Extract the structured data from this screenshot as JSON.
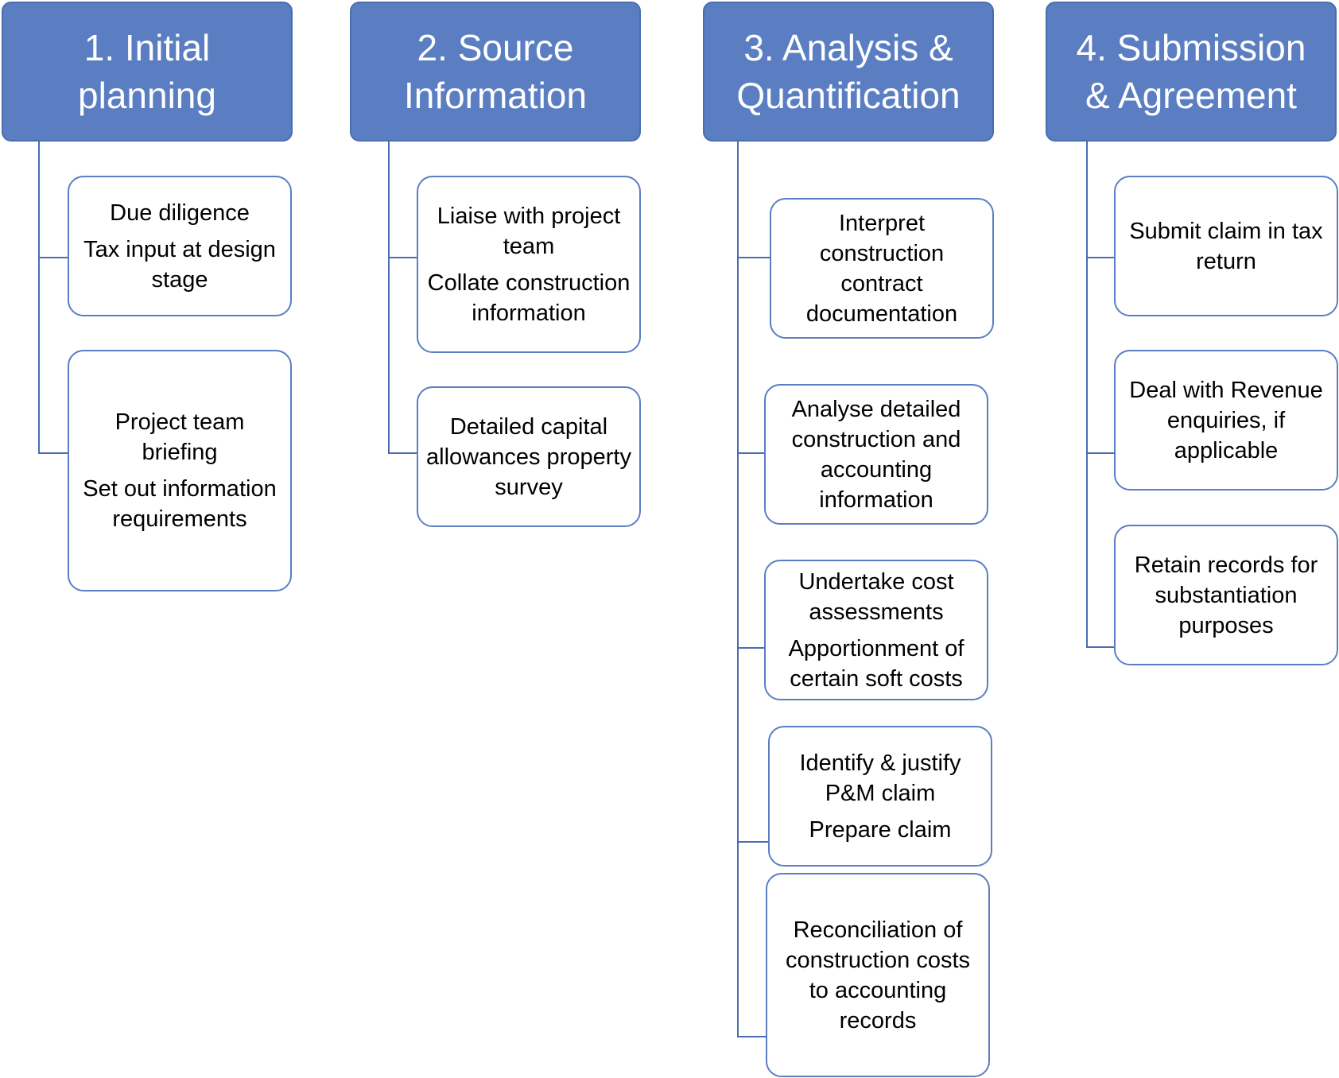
{
  "colors": {
    "header_fill": "#5b7ec2",
    "box_border": "#5b7ec2",
    "connector": "#4a6db0",
    "header_text": "#ffffff"
  },
  "columns": [
    {
      "header": [
        "1. Initial",
        "planning"
      ],
      "items": [
        {
          "lines": [
            "Due diligence",
            "Tax input at design stage"
          ]
        },
        {
          "lines": [
            "Project team briefing",
            "Set out information requirements"
          ]
        }
      ]
    },
    {
      "header": [
        "2. Source",
        "Information"
      ],
      "items": [
        {
          "lines": [
            "Liaise with project team",
            "Collate construction information"
          ]
        },
        {
          "lines": [
            "Detailed capital allowances property survey"
          ]
        }
      ]
    },
    {
      "header": [
        "3. Analysis &",
        "Quantification"
      ],
      "items": [
        {
          "lines": [
            "Interpret construction contract documentation"
          ]
        },
        {
          "lines": [
            "Analyse detailed construction and accounting information"
          ]
        },
        {
          "lines": [
            "Undertake cost assessments",
            "Apportionment of certain soft costs"
          ]
        },
        {
          "lines": [
            "Identify & justify P&M claim",
            "Prepare claim"
          ]
        },
        {
          "lines": [
            "Reconciliation of construction costs to accounting records"
          ]
        }
      ]
    },
    {
      "header": [
        "4. Submission",
        "& Agreement"
      ],
      "items": [
        {
          "lines": [
            "Submit claim in tax return"
          ]
        },
        {
          "lines": [
            "Deal with Revenue enquiries, if applicable"
          ]
        },
        {
          "lines": [
            "Retain records for substantiation purposes"
          ]
        }
      ]
    }
  ]
}
